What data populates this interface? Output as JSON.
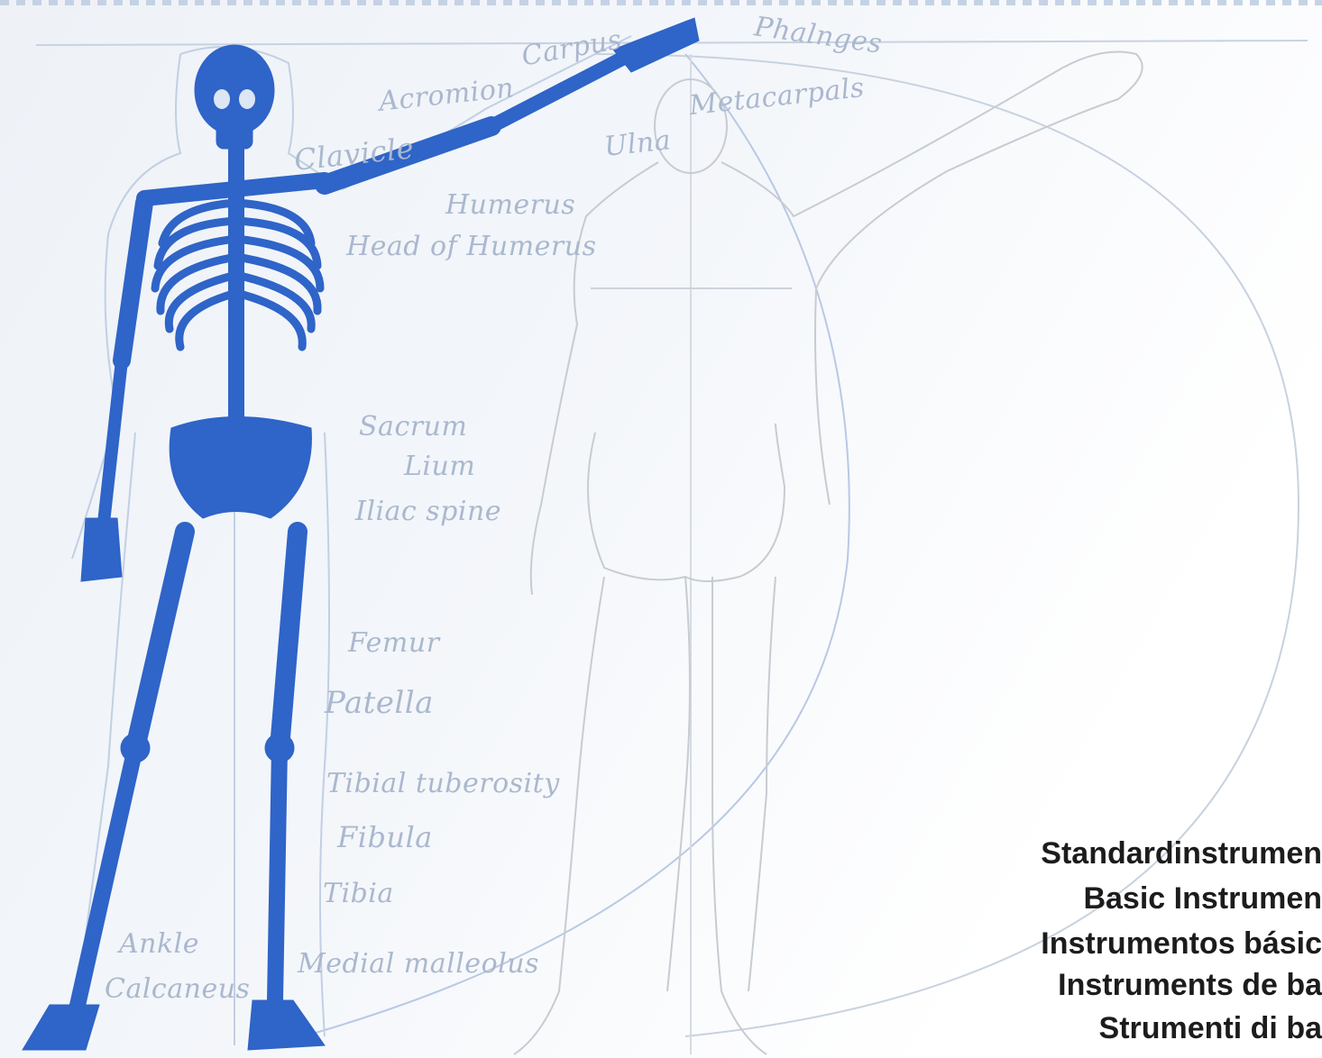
{
  "accent_color": "#2f64c8",
  "labels": {
    "carpus": "Carpus",
    "phalnges": "Phalnges",
    "acromion": "Acromion",
    "metacarpals": "Metacarpals",
    "clavicle": "Clavicle",
    "ulna": "Ulna",
    "humerus": "Humerus",
    "head_of_humerus": "Head of Humerus",
    "sacrum": "Sacrum",
    "lium": "Lium",
    "iliac_spine": "Iliac spine",
    "femur": "Femur",
    "patella": "Patella",
    "tibial_tuberosity": "Tibial tuberosity",
    "fibula": "Fibula",
    "tibia": "Tibia",
    "ankle": "Ankle",
    "calcaneus": "Calcaneus",
    "medial_malleolus": "Medial malleolus"
  },
  "title_lines": [
    "Standardinstrumen",
    "Basic Instrumen",
    "Instrumentos básic",
    "Instruments de ba",
    "Strumenti di ba"
  ]
}
